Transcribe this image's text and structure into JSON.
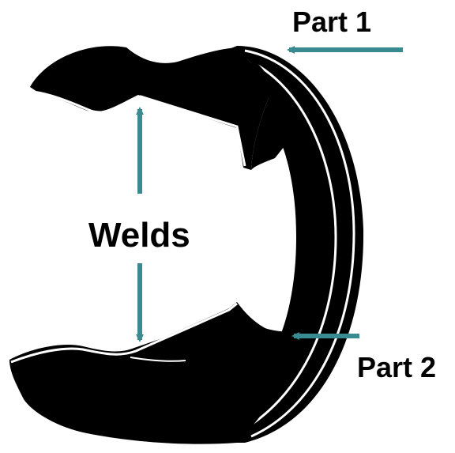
{
  "labels": {
    "part1": "Part 1",
    "part2": "Part 2",
    "welds": "Welds"
  },
  "colors": {
    "arrow": "#3a8a92",
    "part": "#000000",
    "seam": "#ffffff",
    "background": "#ffffff"
  }
}
